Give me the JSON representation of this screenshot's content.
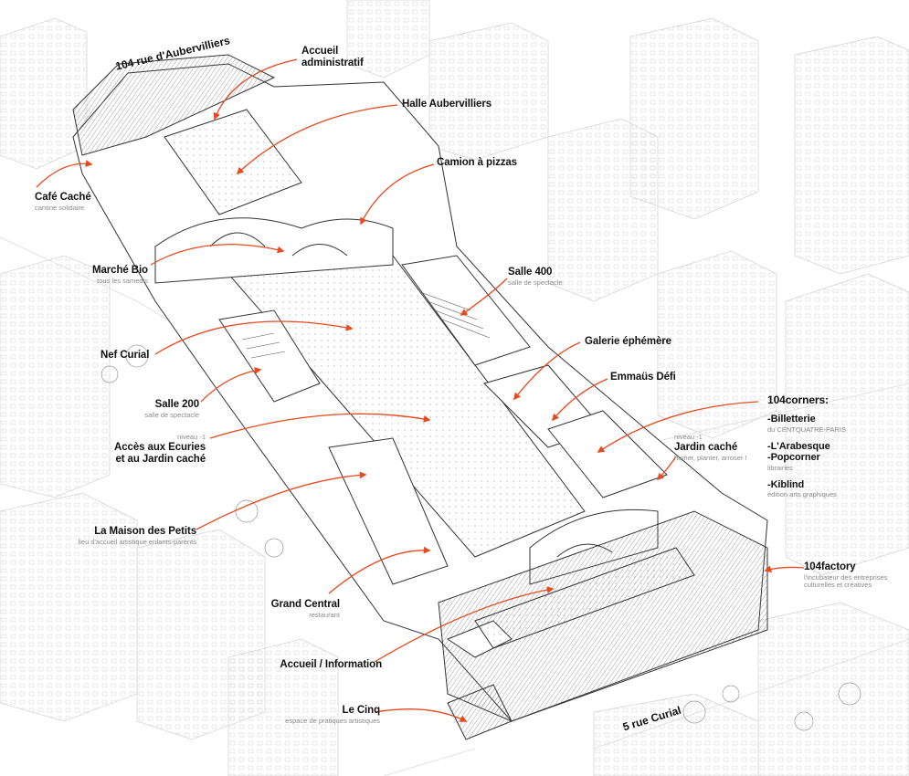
{
  "accent_color": "#e8491d",
  "streets": {
    "north": "104 rue d'Aubervilliers",
    "south": "5 rue Curial"
  },
  "labels": {
    "accueil_admin": {
      "title": "Accueil\nadministratif"
    },
    "halle": {
      "title": "Halle Aubervilliers"
    },
    "camion": {
      "title": "Camion à pizzas"
    },
    "cafe": {
      "title": "Café Caché",
      "sub": "cantine solidaire"
    },
    "marche": {
      "title": "Marché Bio",
      "sub": "tous les samedis"
    },
    "salle400": {
      "title": "Salle 400",
      "sub": "salle de spectacle"
    },
    "nef": {
      "title": "Nef Curial"
    },
    "galerie": {
      "title": "Galerie éphémère"
    },
    "emmaus": {
      "title": "Emmaüs Défi"
    },
    "salle200": {
      "title": "Salle 200",
      "sub": "salle de spectacle"
    },
    "ecuries": {
      "pre": "niveau -1",
      "title": "Accès aux Ecuries\net au Jardin caché"
    },
    "jardin": {
      "pre": "niveau -1",
      "title": "Jardin caché",
      "sub": "humer, planter, arroser !"
    },
    "maison": {
      "title": "La Maison des Petits",
      "sub": "lieu d'accueil artistique enfants-parents"
    },
    "grand": {
      "title": "Grand Central",
      "sub": "restaurant"
    },
    "accueil_info": {
      "title": "Accueil / Information"
    },
    "cinq": {
      "title": "Le Cinq",
      "sub": "espace de pratiques artistiques"
    },
    "factory": {
      "title": "104factory",
      "sub": "l'incubateur des entreprises\nculturelles et créatives"
    }
  },
  "corners": {
    "title": "104corners:",
    "items": [
      {
        "title": "-Billetterie",
        "sub": "du CENTQUATRE-PARIS"
      },
      {
        "title": "-L'Arabesque\n-Popcorner",
        "sub": "librairies"
      },
      {
        "title": "-Kiblind",
        "sub": "édition arts graphiques"
      }
    ]
  }
}
